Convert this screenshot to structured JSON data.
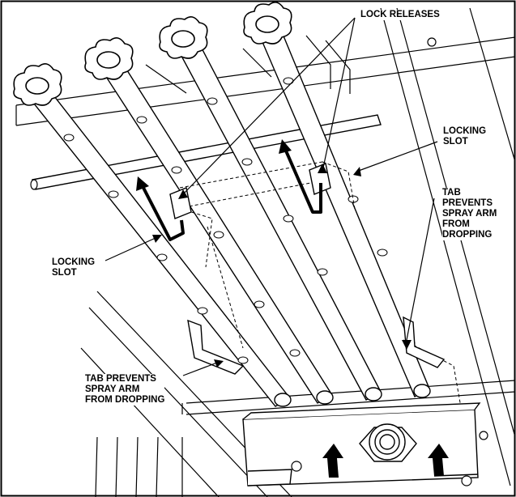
{
  "diagram": {
    "callouts": {
      "lock_releases": "LOCK RELEASES",
      "locking_slot_right": "LOCKING\nSLOT",
      "tab_right": "TAB\nPREVENTS\nSPRAY ARM\nFROM\nDROPPING",
      "locking_slot_left": "LOCKING\nSLOT",
      "tab_left": "TAB PREVENTS\nSPRAY ARM\nFROM DROPPING"
    },
    "colors": {
      "ink": "#000000",
      "paper": "#ffffff"
    }
  }
}
